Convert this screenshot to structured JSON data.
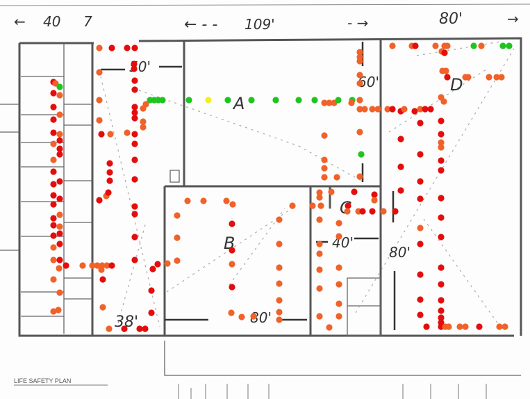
{
  "plan": {
    "title": "LIFE SAFETY PLAN",
    "dimensions": {
      "top_left": "40",
      "top_small": "7",
      "top_middle": "109'",
      "top_right": "80'",
      "room_a_width": "50'",
      "room_a_right": "60'",
      "bottom_left": "38'",
      "bottom_middle": "80'",
      "room_c_width": "40'",
      "right_height": "80'"
    },
    "rooms": {
      "a": "A",
      "b": "B",
      "c": "C",
      "d": "D"
    }
  },
  "colors": {
    "red": "#e30d0d",
    "orange": "#f0622a",
    "green": "#1fc51f",
    "yellow": "#f2ee22",
    "wall": "#555555"
  }
}
